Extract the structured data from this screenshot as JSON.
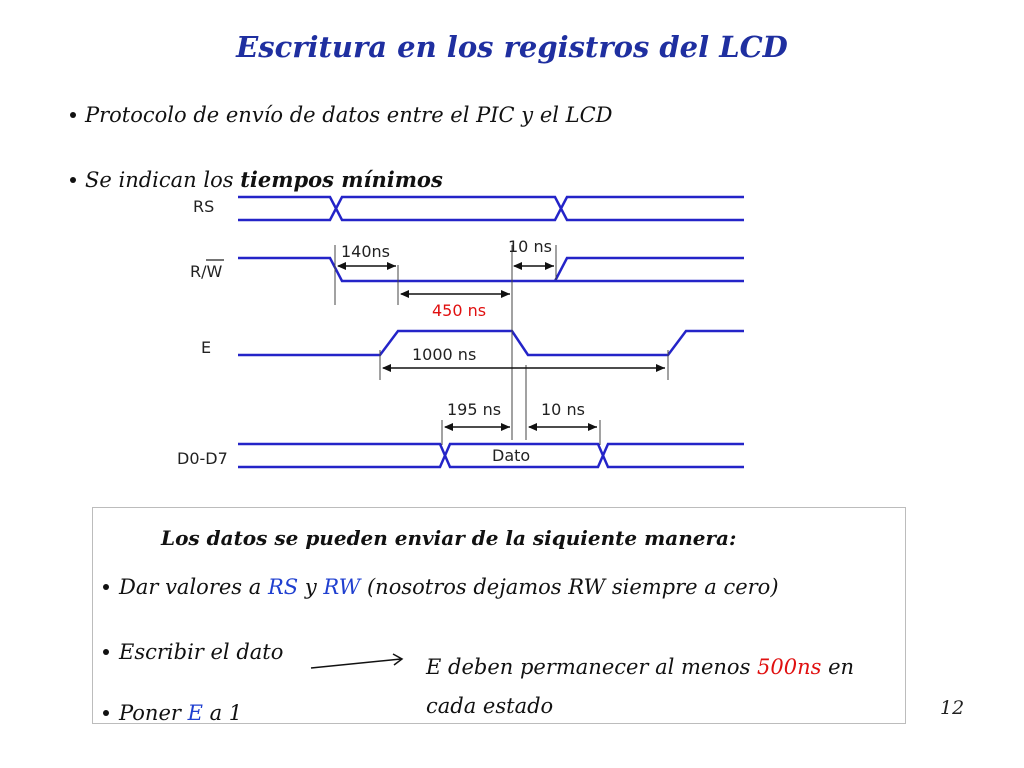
{
  "title": "Escritura en los registros del LCD",
  "bullets": [
    {
      "text": "Protocolo de envío de datos entre el PIC  y el LCD"
    },
    {
      "prefix": "Se indican los ",
      "bold": "tiempos mínimos"
    }
  ],
  "timing_diagram": {
    "signals": [
      "RS",
      "R/W",
      "E",
      "D0-D7"
    ],
    "bus_label": "Dato",
    "timings": [
      {
        "label": "140ns"
      },
      {
        "label": "10 ns"
      },
      {
        "label": "450 ns",
        "color": "#e01010"
      },
      {
        "label": "1000 ns"
      },
      {
        "label": "195 ns"
      },
      {
        "label": "10 ns"
      }
    ],
    "signal_color": "#2424c8"
  },
  "box": {
    "title": "Los datos se pueden enviar de la siquiente manera:",
    "item1": {
      "a": "Dar valores a ",
      "rs": "RS",
      "b": " y ",
      "rw": "RW",
      "c": " (nosotros dejamos RW siempre a cero)"
    },
    "item2": "Escribir el dato",
    "item3": {
      "a": "Poner ",
      "e": "E",
      "b": " a 1"
    },
    "note": {
      "a": "E deben permanecer al menos ",
      "value": "500ns",
      "b": " en cada estado"
    }
  },
  "page_number": "12"
}
